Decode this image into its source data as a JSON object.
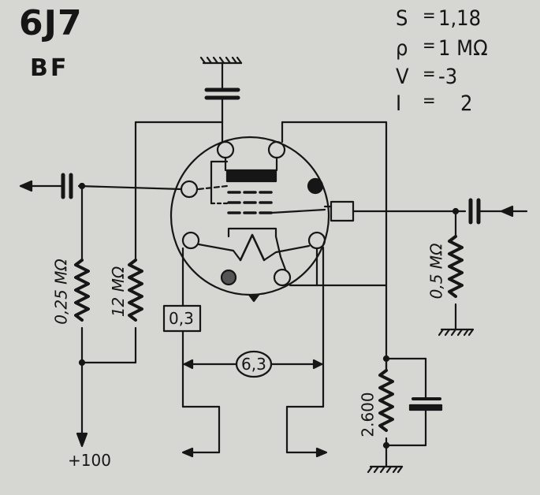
{
  "tube": {
    "type": "6J7",
    "service": "BF"
  },
  "parameters": [
    {
      "name": "S",
      "value": "1,18"
    },
    {
      "name": "ρ",
      "value": "1 MΩ"
    },
    {
      "name": "V",
      "value": "-3"
    },
    {
      "name": "I",
      "value": "2"
    }
  ],
  "parameter_eq": "=",
  "components": {
    "r_plate_load": "0,25 MΩ",
    "r_screen": "12 MΩ",
    "r_grid_leak": "0,5 MΩ",
    "r_cathode": "2.600",
    "heater_current_box": "0,3",
    "heater_voltage": "6,3",
    "supply": "+100"
  },
  "colors": {
    "ink": "#161616",
    "paper": "#d6d6d2"
  },
  "icons": [
    "ground-icon",
    "capacitor-icon",
    "resistor-icon",
    "arrow-icon",
    "vacuum-tube-icon"
  ]
}
